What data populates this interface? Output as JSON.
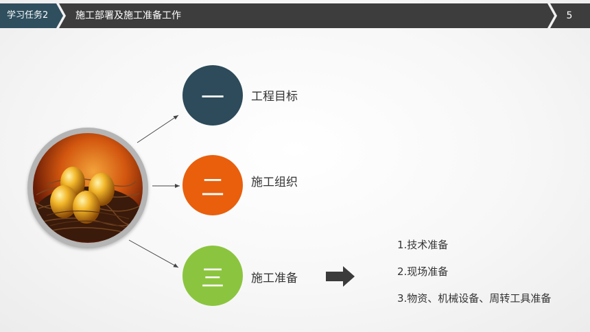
{
  "header": {
    "task_label": "学习任务2",
    "title": "施工部署及施工准备工作",
    "page_number": "5"
  },
  "items": [
    {
      "numeral": "一",
      "label": "工程目标",
      "color": "#2d4b5a"
    },
    {
      "numeral": "二",
      "label": "施工组织",
      "color": "#e95f0c"
    },
    {
      "numeral": "三",
      "label": "施工准备",
      "color": "#8bc53f"
    }
  ],
  "details": [
    "1.技术准备",
    "2.现场准备",
    "3.物资、机械设备、周转工具准备"
  ],
  "icons": {
    "photo": "golden-eggs-nest-photo",
    "arrow": "right-arrow-icon"
  }
}
